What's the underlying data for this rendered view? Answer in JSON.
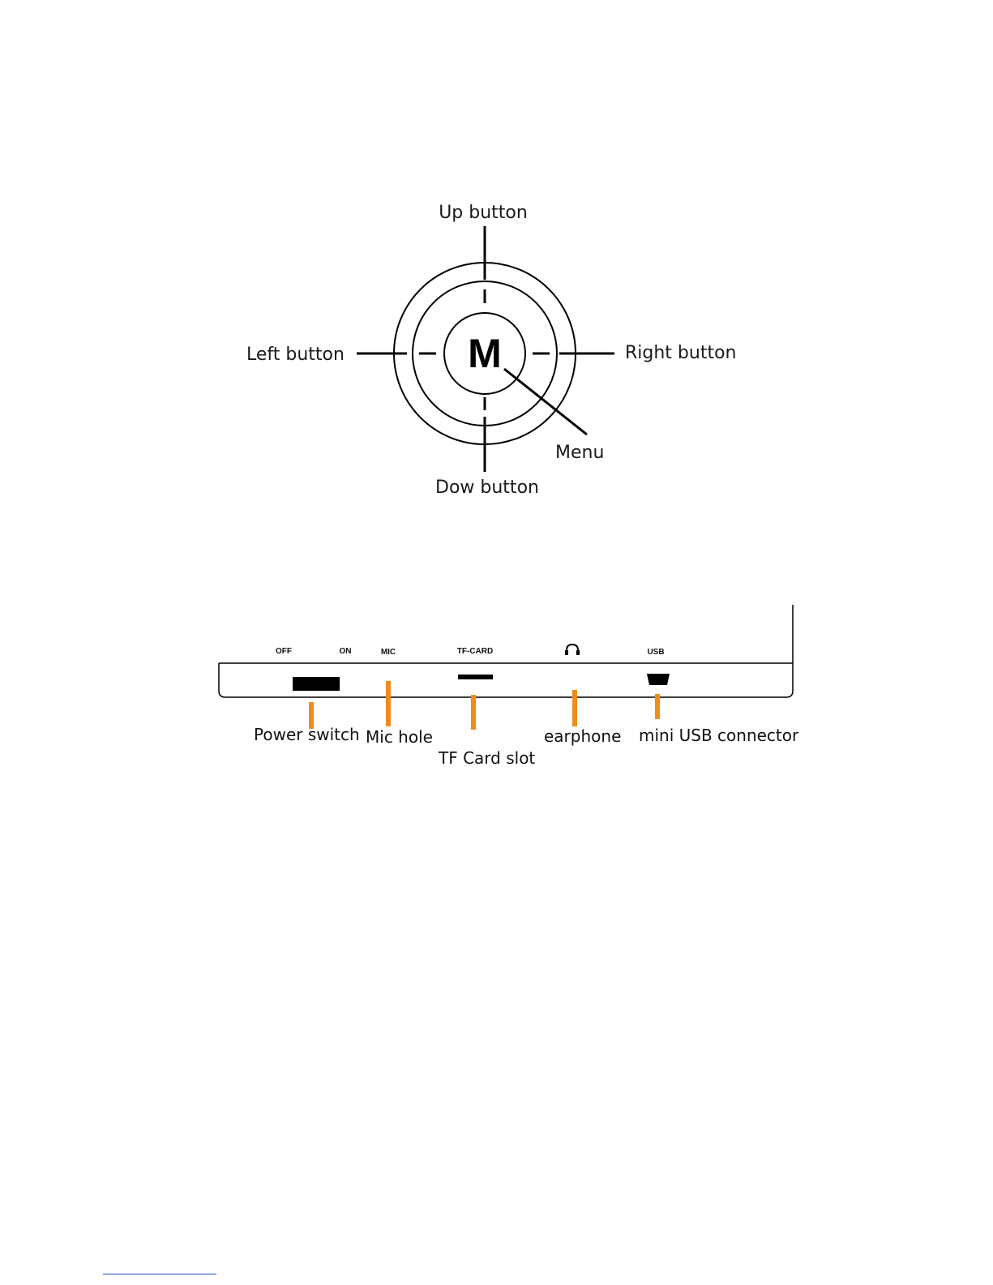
{
  "dpad": {
    "center_label": "M",
    "up_label": "Up button",
    "down_label": "Dow button",
    "left_label": "Left button",
    "right_label": "Right button",
    "menu_label": "Menu"
  },
  "panel": {
    "port_labels": {
      "off": "OFF",
      "on": "ON",
      "mic": "MIC",
      "tf_card": "TF-CARD",
      "usb": "USB"
    },
    "headphone_icon": "headphone-icon",
    "callouts": {
      "power_switch": "Power switch",
      "mic_hole": "Mic hole",
      "tf_card_slot": "TF Card slot",
      "earphone": "earphone",
      "mini_usb": "mini USB connector"
    },
    "callout_color": "#f08c1e"
  }
}
